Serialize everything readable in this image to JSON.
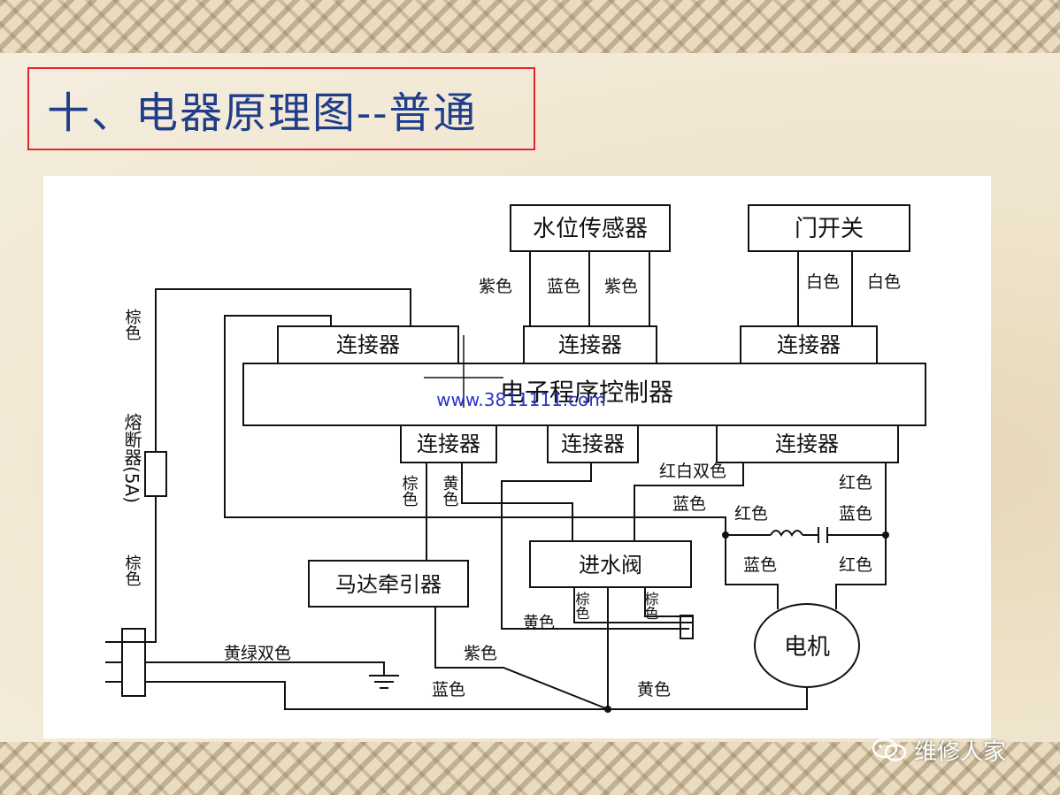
{
  "slide": {
    "title": "十、电器原理图--普通",
    "watermark": "维修人家",
    "accent_title_color": "#1f3d8a",
    "accent_border_color": "#e0262c"
  },
  "diagram": {
    "boxes": {
      "water_sensor": "水位传感器",
      "door_switch": "门开关",
      "connector_top_left": "连接器",
      "connector_top_mid": "连接器",
      "connector_top_right": "连接器",
      "controller": "电子程序控制器",
      "connector_bot_left": "连接器",
      "connector_bot_mid": "连接器",
      "connector_bot_right": "连接器",
      "motor_traction": "马达牵引器",
      "inlet_valve": "进水阀",
      "motor": "电机"
    },
    "wire_labels": {
      "purple_1": "紫色",
      "blue_1": "蓝色",
      "purple_2": "紫色",
      "white_1": "白色",
      "white_2": "白色",
      "left_top_color": "棕色",
      "fuse": "熔断器(5A)",
      "left_bottom_color": "棕色",
      "brown_bot": "棕色",
      "yellow_bot": "黄色",
      "red_white": "红白双色",
      "red_right_1": "红色",
      "blue_mid": "蓝色",
      "red_mid": "红色",
      "blue_right": "蓝色",
      "blue_low": "蓝色",
      "red_low": "红色",
      "yellow_valve": "黄色",
      "brown_valve_1": "棕色",
      "brown_valve_2": "棕色",
      "yellow_green": "黄绿双色",
      "purple_low": "紫色",
      "blue_bottom": "蓝色",
      "yellow_bottom": "黄色"
    },
    "watermark_url": "www.3811111.com",
    "watermark_color": "#2a34c8"
  }
}
